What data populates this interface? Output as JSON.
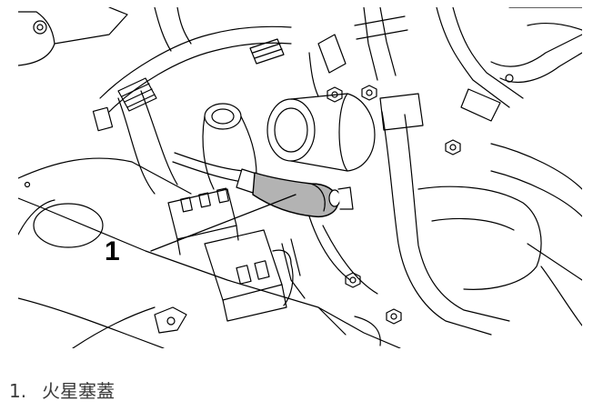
{
  "figure": {
    "callout": {
      "number": "1"
    },
    "legend": [
      {
        "number": "1.",
        "text": "火星塞蓋"
      }
    ],
    "highlight_fill": "#b3b3b3",
    "line_color": "#000000"
  }
}
